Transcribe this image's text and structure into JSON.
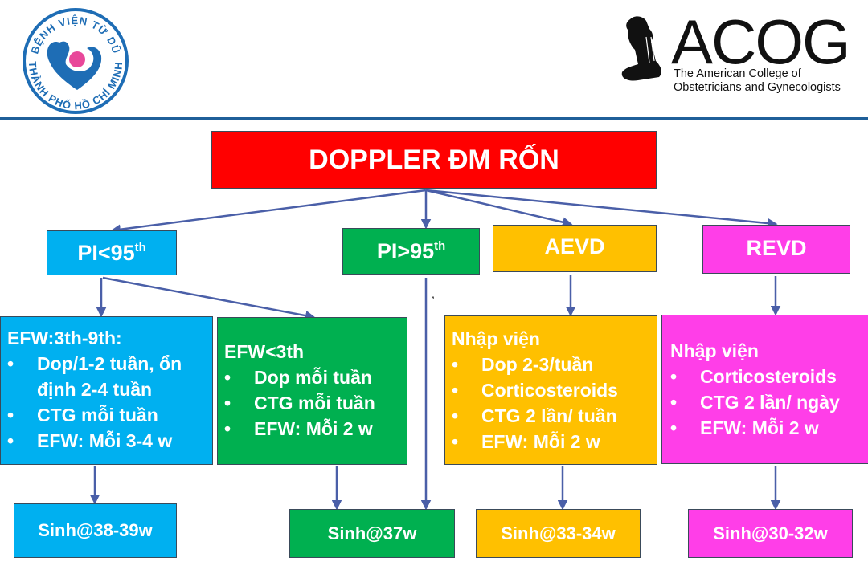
{
  "logos": {
    "left": {
      "icon": "hospital-logo-icon",
      "ring_text_top": "BỆNH VIỆN TỪ DŨ",
      "ring_text_bottom": "THÀNH PHỐ HỒ CHÍ MINH",
      "colors": {
        "ring": "#1e6db5",
        "accent": "#e8489a"
      }
    },
    "right": {
      "icon": "acog-figure-icon",
      "title": "ACOG",
      "subtitle_line1": "The American College of",
      "subtitle_line2": "Obstetricians and Gynecologists"
    }
  },
  "colors": {
    "header_rule": "#1f5f99",
    "arrow": "#4a5fa8",
    "root": "#ff0000",
    "pi_lt": "#00b0f0",
    "pi_gt": "#00b050",
    "aevd": "#ffc000",
    "revd": "#ff3ee8"
  },
  "root": {
    "label": "DOPPLER ĐM RỐN"
  },
  "level1": [
    {
      "label": "PI<95",
      "sup": "th"
    },
    {
      "label": "PI>95",
      "sup": "th"
    },
    {
      "label": "AEVD",
      "sup": ""
    },
    {
      "label": "REVD",
      "sup": ""
    }
  ],
  "level2": [
    {
      "heading": "EFW:3th-9th:",
      "items": [
        "Dop/1-2 tuần, ổn định 2-4 tuần",
        "CTG mỗi tuần",
        "EFW: Mỗi 3-4 w"
      ]
    },
    {
      "heading": "EFW<3th",
      "items": [
        "Dop mỗi tuần",
        "CTG mỗi tuần",
        "EFW: Mỗi 2 w"
      ]
    },
    {
      "heading": "Nhập viện",
      "items": [
        "Dop 2-3/tuần",
        "Corticosteroids",
        "CTG 2 lần/ tuần",
        "EFW: Mỗi 2 w"
      ]
    },
    {
      "heading": "Nhập viện",
      "items": [
        "Corticosteroids",
        "CTG 2 lần/ ngày",
        "EFW: Mỗi 2 w"
      ]
    }
  ],
  "outcomes": [
    {
      "label": "Sinh@38-39w"
    },
    {
      "label": "Sinh@37w"
    },
    {
      "label": "Sinh@33-34w"
    },
    {
      "label": "Sinh@30-32w"
    }
  ],
  "stray_mark": ","
}
